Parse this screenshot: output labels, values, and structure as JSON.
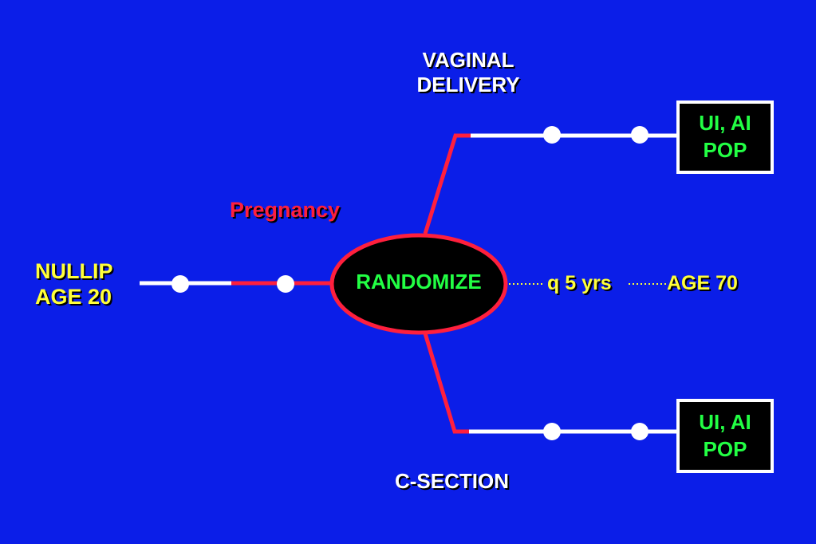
{
  "diagram": {
    "start": {
      "line1": "NULLIP",
      "line2": "AGE 20"
    },
    "pregnancy_label": "Pregnancy",
    "center": "RANDOMIZE",
    "followup": {
      "interval": "q 5 yrs",
      "end": "AGE 70"
    },
    "top_branch": {
      "line1": "VAGINAL",
      "line2": "DELIVERY"
    },
    "bottom_branch": "C-SECTION",
    "outcome_top": {
      "line1": "UI, AI",
      "line2": "POP"
    },
    "outcome_bottom": {
      "line1": "UI, AI",
      "line2": "POP"
    }
  },
  "colors": {
    "background": "#0b1ee8",
    "line_white": "#ffffff",
    "line_red": "#ff1f3d",
    "label_yellow": "#ffff3a",
    "label_green": "#22ff44"
  }
}
